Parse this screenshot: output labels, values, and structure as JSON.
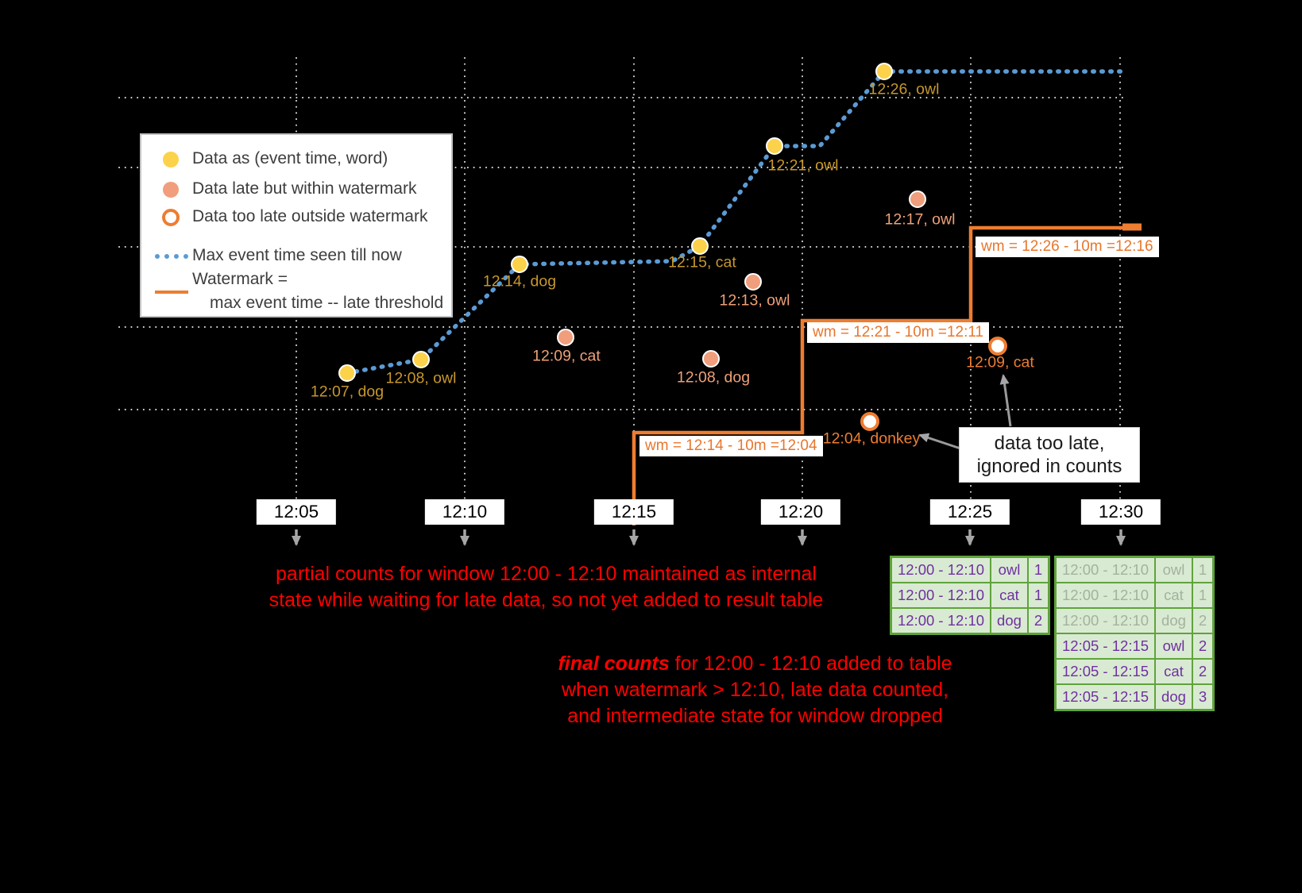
{
  "colors": {
    "on_time_point": "#fcd24b",
    "late_point": "#f19e7d",
    "too_late_ring": "#ed7d31",
    "max_event_time_line": "#5b9bd5",
    "watermark_line": "#ed7d31",
    "note_red": "#ff0000",
    "table_text_purple": "#7030a0",
    "table_border_green": "#5fa33b",
    "table_bg_green": "#d9ead3"
  },
  "legend": {
    "items": [
      {
        "label": "Data as (event time, word)"
      },
      {
        "label": "Data late but within watermark"
      },
      {
        "label": "Data too late outside watermark"
      },
      {
        "label": "Max event time seen till now"
      },
      {
        "label": "Watermark =",
        "label2": "max event time -- late threshold"
      }
    ]
  },
  "axis": {
    "ticks": [
      "12:05",
      "12:10",
      "12:15",
      "12:20",
      "12:25",
      "12:30"
    ]
  },
  "points": {
    "on_time": [
      {
        "label": "12:07, dog"
      },
      {
        "label": "12:08, owl"
      },
      {
        "label": "12:14, dog"
      },
      {
        "label": "12:15, cat"
      },
      {
        "label": "12:21, owl"
      },
      {
        "label": "12:26, owl"
      }
    ],
    "late": [
      {
        "label": "12:09, cat"
      },
      {
        "label": "12:08, dog"
      },
      {
        "label": "12:13, owl"
      },
      {
        "label": "12:17, owl"
      }
    ],
    "too_late": [
      {
        "label": "12:04, donkey"
      },
      {
        "label": "12:09, cat"
      }
    ]
  },
  "watermark_labels": [
    "wm = 12:14 - 10m =12:04",
    "wm = 12:21 - 10m =12:11",
    "wm = 12:26 - 10m =12:16"
  ],
  "annotations": {
    "partial_line1": "partial counts for window 12:00 - 12:10 maintained as internal",
    "partial_line2": "state while waiting for late data, so not yet added  to result table",
    "final_bold": "final counts",
    "final_rest": " for 12:00 - 12:10 added to table",
    "final_line2": "when watermark > 12:10, late data counted,",
    "final_line3": "and intermediate state for window dropped",
    "too_late_line1": "data too late,",
    "too_late_line2": "ignored in counts"
  },
  "result_tables": {
    "at_12_25": {
      "rows": [
        [
          "12:00 - 12:10",
          "owl",
          "1"
        ],
        [
          "12:00 - 12:10",
          "cat",
          "1"
        ],
        [
          "12:00 - 12:10",
          "dog",
          "2"
        ]
      ]
    },
    "at_12_30": {
      "rows": [
        [
          "12:00 - 12:10",
          "owl",
          "1"
        ],
        [
          "12:00 - 12:10",
          "cat",
          "1"
        ],
        [
          "12:00 - 12:10",
          "dog",
          "2"
        ],
        [
          "12:05 - 12:15",
          "owl",
          "2"
        ],
        [
          "12:05 - 12:15",
          "cat",
          "2"
        ],
        [
          "12:05 - 12:15",
          "dog",
          "3"
        ]
      ]
    }
  }
}
